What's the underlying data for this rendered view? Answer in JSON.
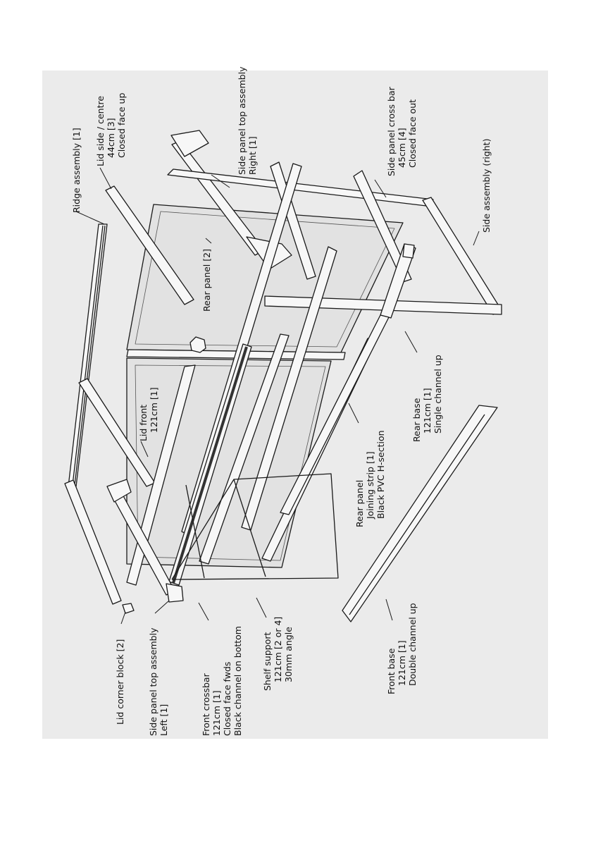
{
  "labels": {
    "ridge_assembly": [
      "Ridge assembly [1]"
    ],
    "lid_side_centre": [
      "Lid side / centre",
      "44cm [3]",
      "Closed face up"
    ],
    "side_panel_top_right": [
      "Side panel top assembly",
      "Right [1]"
    ],
    "side_panel_cross_bar": [
      "Side panel cross bar",
      "45cm [4]",
      "Closed face out"
    ],
    "side_assembly_right": [
      "Side assembly (right)"
    ],
    "rear_panel": [
      "Rear panel [2]"
    ],
    "lid_front": [
      "Lid front",
      "121cm [1]"
    ],
    "rear_base": [
      "Rear base",
      "121cm [1]",
      "Single channel up"
    ],
    "rear_panel_joining_strip": [
      "Rear panel",
      "Joining strip [1]",
      "Black PVC H-section"
    ],
    "lid_corner_block": [
      "Lid corner block [2]"
    ],
    "side_panel_top_left": [
      "Side panel top assembly",
      "Left [1]"
    ],
    "front_crossbar": [
      "Front crossbar",
      "121cm [1]",
      "Closed face fwds",
      "Black channel on bottom"
    ],
    "shelf_support": [
      "Shelf support",
      "121cm [2 or 4]",
      "30mm angle"
    ],
    "front_base": [
      "Front base",
      "121cm [1]",
      "Double channel up"
    ]
  },
  "colors": {
    "background": "#ebebeb",
    "panel_fill": "#e2e2e2",
    "part_fill": "#f7f7f7",
    "line": "#1a1a1a",
    "dark_part": "#333333"
  }
}
